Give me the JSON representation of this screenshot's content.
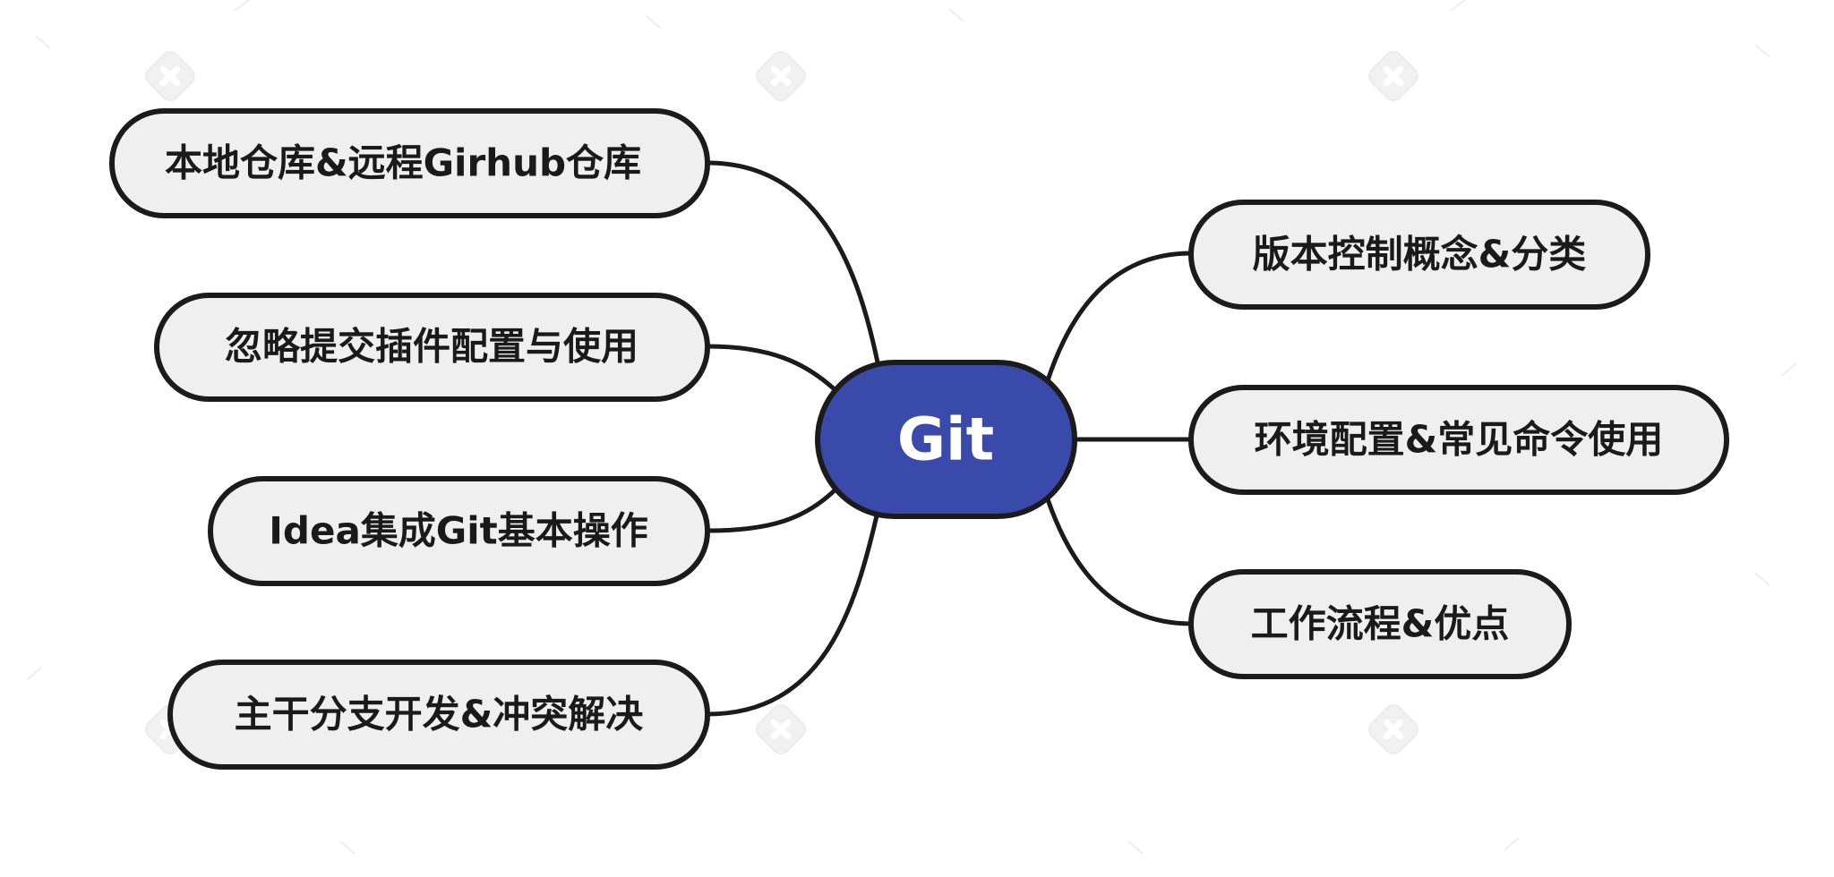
{
  "center": {
    "label": "Git",
    "color": "#3a4aab"
  },
  "left_topics": [
    {
      "label": "本地仓库&远程Girhub仓库"
    },
    {
      "label": "忽略提交插件配置与使用"
    },
    {
      "label": "Idea集成Git基本操作"
    },
    {
      "label": "主干分支开发&冲突解决"
    }
  ],
  "right_topics": [
    {
      "label": "版本控制概念&分类"
    },
    {
      "label": "环境配置&常见命令使用"
    },
    {
      "label": "工作流程&优点"
    }
  ],
  "watermark_icon": "xmind-logo-icon",
  "colors": {
    "node_fill": "#efefef",
    "node_stroke": "#1b1b1b",
    "center_text": "#ffffff"
  }
}
